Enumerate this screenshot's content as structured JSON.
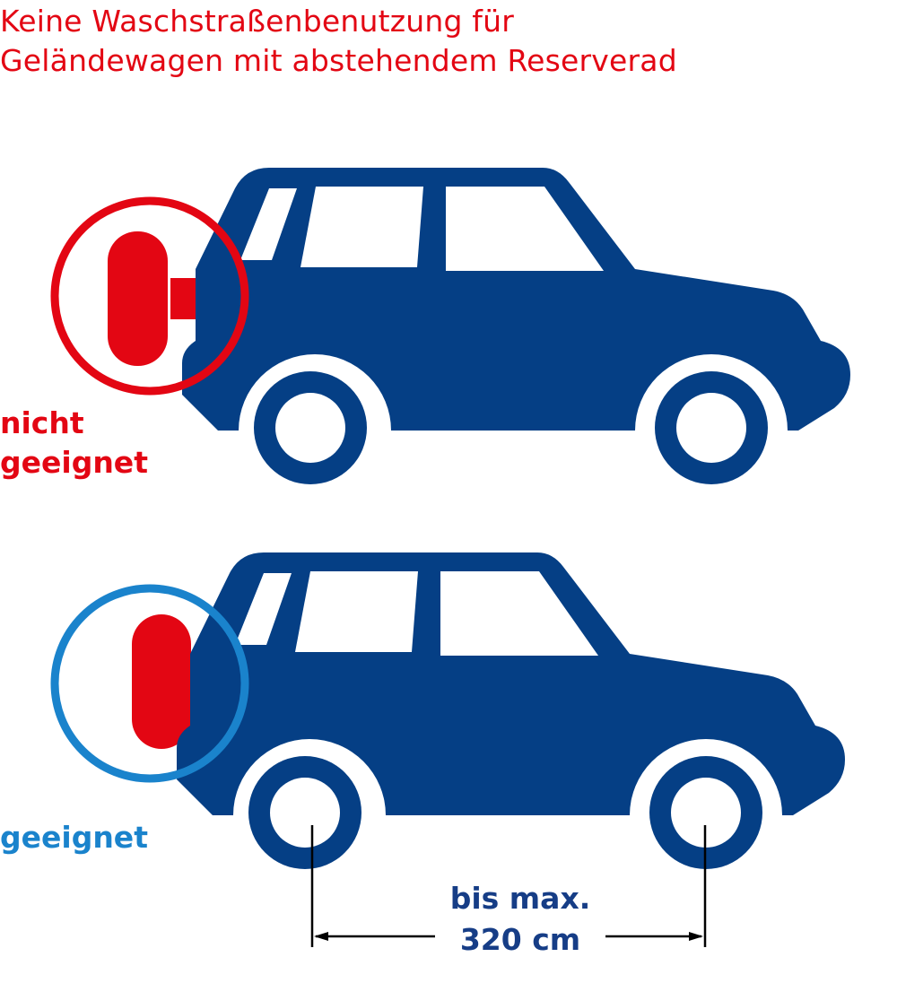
{
  "title": {
    "line1": "Keine Waschstraßenbenutzung für",
    "line2": "Geländewagen mit abstehendem Reserverad"
  },
  "examples": [
    {
      "status": "not_suitable",
      "label_line1": "nicht",
      "label_line2": "geeignet",
      "label_color": "#e30613",
      "circle_color": "#e30613",
      "spare_wheel": "protruding",
      "icons": [
        "suv-icon",
        "spare-wheel-protruding-icon",
        "highlight-circle-red"
      ]
    },
    {
      "status": "suitable",
      "label": "geeignet",
      "label_color": "#1a83cc",
      "circle_color": "#1a83cc",
      "spare_wheel": "flush",
      "icons": [
        "suv-icon",
        "spare-wheel-flush-icon",
        "highlight-circle-blue"
      ]
    }
  ],
  "dimension": {
    "line1": "bis max.",
    "line2": "320 cm",
    "measure": "wheelbase",
    "color": "#163d86"
  },
  "colors": {
    "car_body": "#053f85",
    "warning_red": "#e30613",
    "ok_blue": "#1a83cc",
    "dimension_line": "#000000"
  }
}
